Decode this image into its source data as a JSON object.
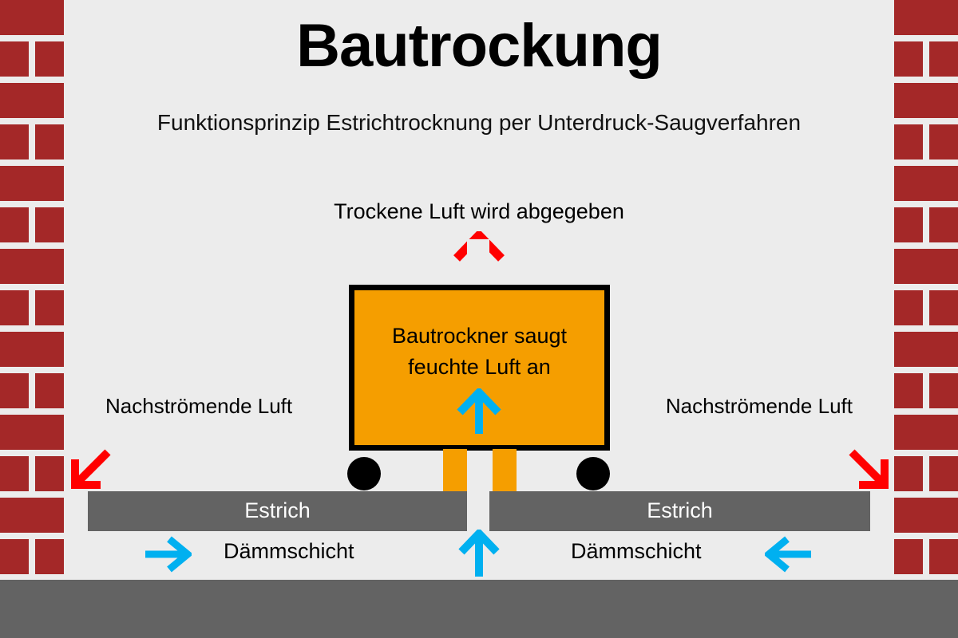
{
  "header": {
    "title": "Bautrockung",
    "subtitle": "Funktionsprinzip Estrichtrocknung per Unterdruck-Saugverfahren"
  },
  "diagram": {
    "dry_air_label": "Trockene Luft wird abgegeben",
    "dryer": {
      "line1": "Bautrockner saugt",
      "line2": "feuchte Luft an"
    },
    "screed_left_label": "Estrich",
    "screed_right_label": "Estrich",
    "insulation_left_label": "Dämmschicht",
    "insulation_right_label": "Dämmschicht",
    "inflow_left": "Nachströmende Luft",
    "inflow_right": "Nachströmende Luft",
    "icons": {
      "exhaust": "arrow-up-red-icon",
      "suction_box": "arrow-up-cyan-icon",
      "suction_pipe": "arrow-up-cyan-icon",
      "inflow_left": "arrow-down-left-red-icon",
      "inflow_right": "arrow-down-right-red-icon",
      "flow_right": "arrow-right-cyan-icon",
      "flow_left": "arrow-left-cyan-icon"
    }
  },
  "colors": {
    "background": "#ececec",
    "brick": "#a42828",
    "dryer_body": "#f59e00",
    "screed": "#636363",
    "slab": "#636363",
    "exhaust_arrow": "#ff0000",
    "intake_arrow": "#00b0f0",
    "pipe": "#ececec",
    "outline": "#000000"
  }
}
